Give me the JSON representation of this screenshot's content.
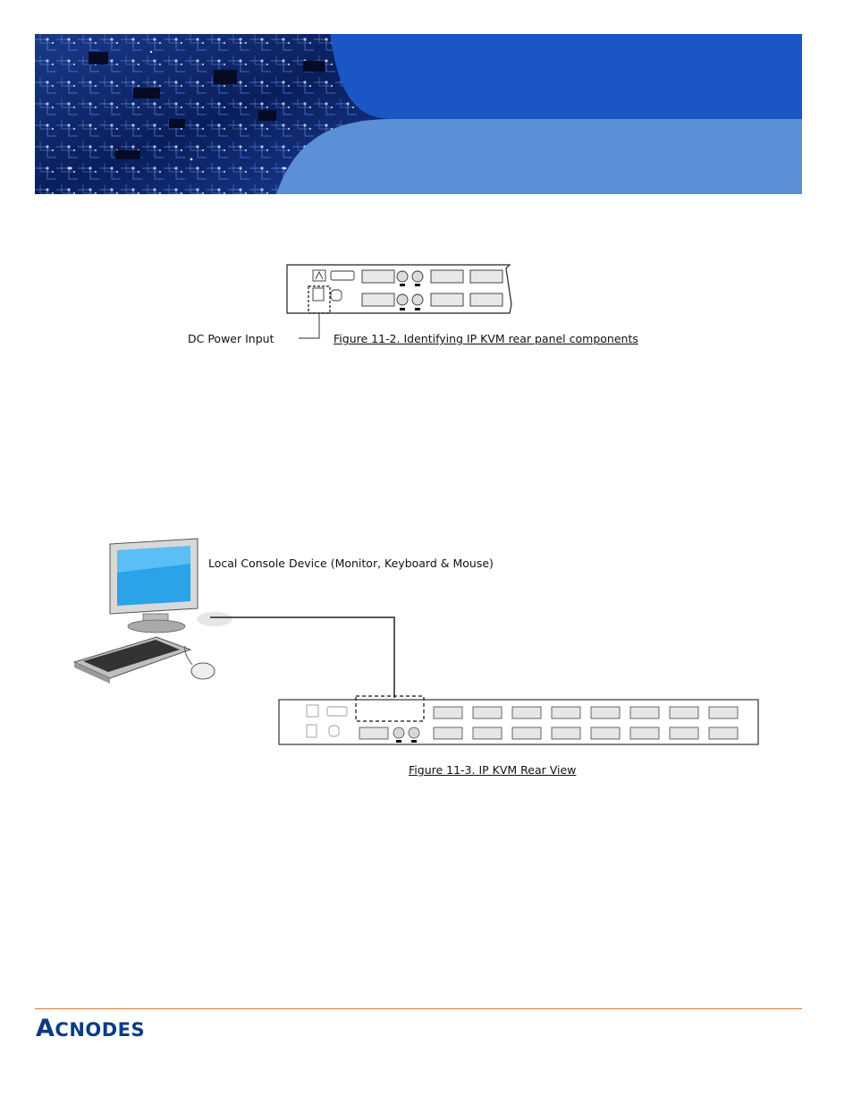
{
  "figure1": {
    "label_dc": "DC Power Input",
    "caption": "Figure 11-2. Identifying IP KVM rear panel components"
  },
  "figure2": {
    "label_console": "Local Console Device (Monitor, Keyboard & Mouse)",
    "caption": "Figure 11-3. IP KVM Rear View"
  },
  "footer": {
    "logo_initial": "A",
    "logo_rest": "CNODES"
  },
  "colors": {
    "banner_blue": "#5b8fd6",
    "banner_circuit": "#0a1e5c",
    "footer_rule": "#e07a2e",
    "logo": "#0c3a86"
  }
}
